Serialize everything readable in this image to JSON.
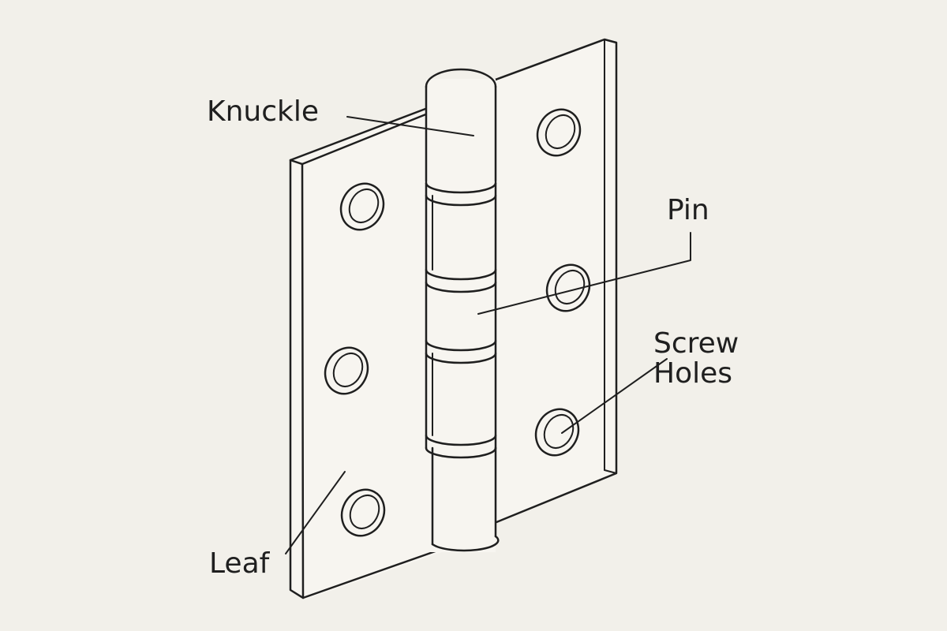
{
  "diagram": {
    "labels": {
      "knuckle": "Knuckle",
      "pin": "Pin",
      "screw_line1": "Screw",
      "screw_line2": "Holes",
      "leaf": "Leaf"
    },
    "colors": {
      "background": "#f2f0ea",
      "paper": "#f7f5f0",
      "ink": "#1f1f1f"
    }
  }
}
